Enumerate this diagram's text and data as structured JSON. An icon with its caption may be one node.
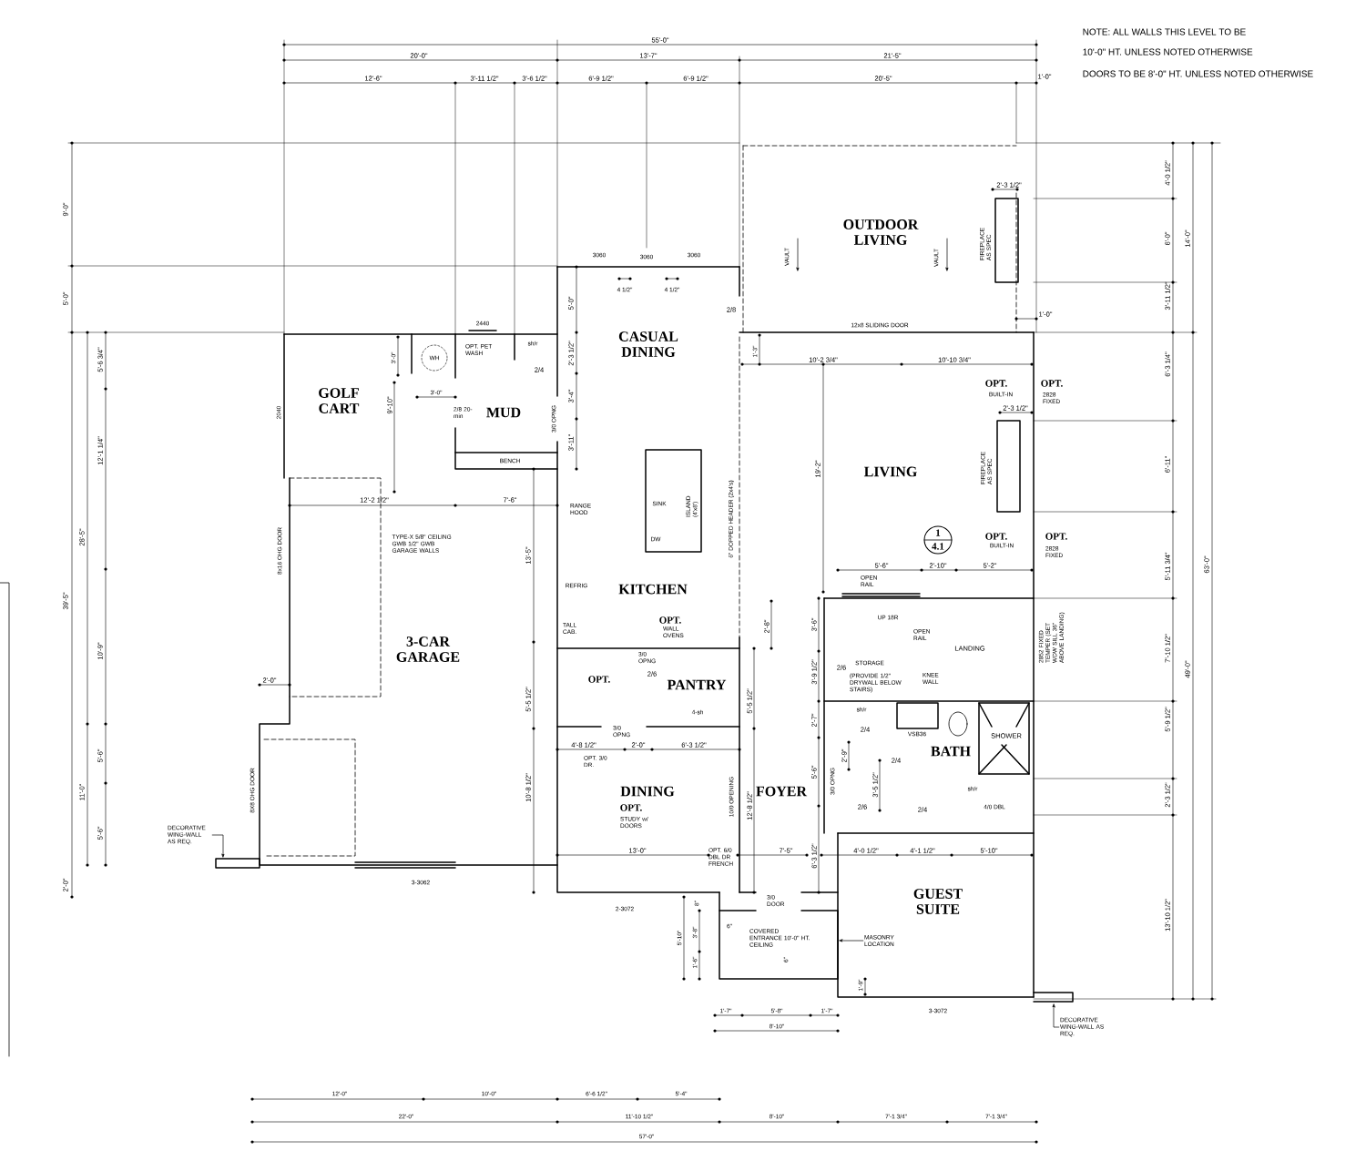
{
  "diagram": {
    "nodes": [
      {
        "text": [
          "DECORATIVE WING-WALL AS REQ."
        ]
      },
      {
        "text": [
          "MASONRY LOCATION"
        ]
      },
      {
        "text": [
          "DECORATIVE WING-WALL AS REQ."
        ]
      }
    ],
    "edges": [
      {
        "from": 0,
        "to": null,
        "arrow": "to"
      },
      {
        "from": 1,
        "to": null,
        "arrow": "to"
      },
      {
        "from": 2,
        "to": null,
        "arrow": "to"
      }
    ],
    "labels": [
      "55'-0\"",
      "20'-0\"",
      "13'-7\"",
      "21'-5\"",
      "12'-6\"",
      "3'-11 1/2\"",
      "3'-6 1/2\"",
      "6'-9 1/2\"",
      "6'-9 1/2\"",
      "20'-5\"",
      "1'-0\"",
      "NOTE:  ALL WALLS THIS LEVEL TO BE",
      "10'-0\" HT. UNLESS NOTED OTHERWISE",
      "DOORS TO BE 8'-0\" HT. UNLESS NOTED OTHERWISE",
      "9'-0\"",
      "5'-0\"",
      "5'-6 3/4\"",
      "12'-1 1/4\"",
      "28'-5\"",
      "39'-5\"",
      "10'-9\"",
      "5'-6\"",
      "11'-0\"",
      "5'-6\"",
      "2'-0\"",
      "2440",
      "OPT. PET WASH",
      "sh/r",
      "WH",
      "3'-0\"",
      "2/4",
      "3'-0\"",
      "2040",
      "GOLF CART",
      "9'-10\"",
      "2/8 20-min",
      "MUD",
      "3/0 OPNG",
      "BENCH",
      "12'-2 1/2\"",
      "7'-6\"",
      "3060",
      "3060",
      "3060",
      "4 1/2\"",
      "4 1/2\"",
      "5'-0\"",
      "2/8",
      "2'-3 1/2\"",
      "CASUAL DINING",
      "3'-4\"",
      "3'-11\"",
      "RANGE HOOD",
      "SINK",
      "ISLAND (4'x8')",
      "DW",
      "6\" DOPPED HEADER (2x4's)",
      "13'-5\"",
      "REFRIG",
      "KITCHEN",
      "TALL CAB.",
      "OPT.",
      "WALL OVENS",
      "2'-8\"",
      "OUTDOOR LIVING",
      "VAULT",
      "VAULT",
      "2'-3 1/2\"",
      "FIREPLACE AS SPEC",
      "4'-0 1/2\"",
      "6'-0\"",
      "14'-0\"",
      "3'-11 1/2\"",
      "1'-0\"",
      "12x8 SLIDING DOOR",
      "1'-3\"",
      "10'-2 3/4\"",
      "10'-10 3/4\"",
      "6'-3 1/4\"",
      "OPT.",
      "BUILT-IN",
      "OPT.",
      "2828 FIXED",
      "2'-3 1/2\"",
      "LIVING",
      "19'-2\"",
      "FIREPLACE AS SPEC",
      "6'-11\"",
      "1",
      "4.1",
      "OPT.",
      "BUILT-IN",
      "OPT.",
      "2828 FIXED",
      "5'-11 3/4\"",
      "63'-0\"",
      "49'-0\"",
      "5'-6\"",
      "2'-10\"",
      "5'-2\"",
      "OPEN RAIL",
      "3'-6\"",
      "UP 18R",
      "OPEN RAIL",
      "LANDING",
      "2852 FIXED TEMPER (SET WDW SILL 36\" ABOVE LANDING)",
      "3'-9 1/2\"",
      "2/6",
      "STORAGE",
      "(PROVIDE 1/2\" DRYWALL BELOW STAIRS)",
      "KNEE WALL",
      "3/0 OPNG",
      "2/6",
      "OPT.",
      "PANTRY",
      "5'-5 1/2\"",
      "5'-5 1/2\"",
      "4-sh",
      "3/0 OPNG",
      "4'-8 1/2\"",
      "2'-0\"",
      "6'-3 1/2\"",
      "OPT. 3/0 DR.",
      "sh/r",
      "VSB36",
      "SHOWER",
      "2'-7\"",
      "2/4",
      "2/4",
      "2'-9\"",
      "BATH",
      "3/0 OPNG",
      "5'-6\"",
      "3'-5 1/2\"",
      "sh/r",
      "2/6",
      "2/4",
      "4/0 DBL",
      "5'-9 1/2\"",
      "7'-10 1/2\"",
      "2'-3 1/2\"",
      "DINING",
      "OPT.",
      "STUDY w/ DOORS",
      "10'-8 1/2\"",
      "10/0 OPENING",
      "12'-8 1/2\"",
      "FOYER",
      "13'-0\"",
      "OPT. 6/0 DBL DR FRENCH",
      "7'-5\"",
      "6'-3 1/2\"",
      "4'-0 1/2\"",
      "4'-1 1/2\"",
      "5'-10\"",
      "GUEST SUITE",
      "13'-10 1/2\"",
      "3-3062",
      "2-3072",
      "3/0 DOOR",
      "5'-10\"",
      "3'-8\"",
      "COVERED ENTRANCE 10'-0\" HT. CEILING",
      "1'-6\"",
      "1'-9\"",
      "1'-7\"",
      "5'-8\"",
      "1'-7\"",
      "3-3072",
      "8'-10\"",
      "8x16 OHG DOOR",
      "8X8 OHG DOOR",
      "2'-0\"",
      "TYPE-X 5/8\" CEILING GWB 1/2\" GWB GARAGE WALLS",
      "3-CAR GARAGE",
      "12'-0\"",
      "10'-0\"",
      "6'-6 1/2\"",
      "5'-4\"",
      "22'-0\"",
      "11'-10 1/2\"",
      "8'-10\"",
      "7'-1 3/4\"",
      "7'-1 3/4\"",
      "57'-0\"",
      "8\"",
      "6\"",
      "6\""
    ]
  }
}
